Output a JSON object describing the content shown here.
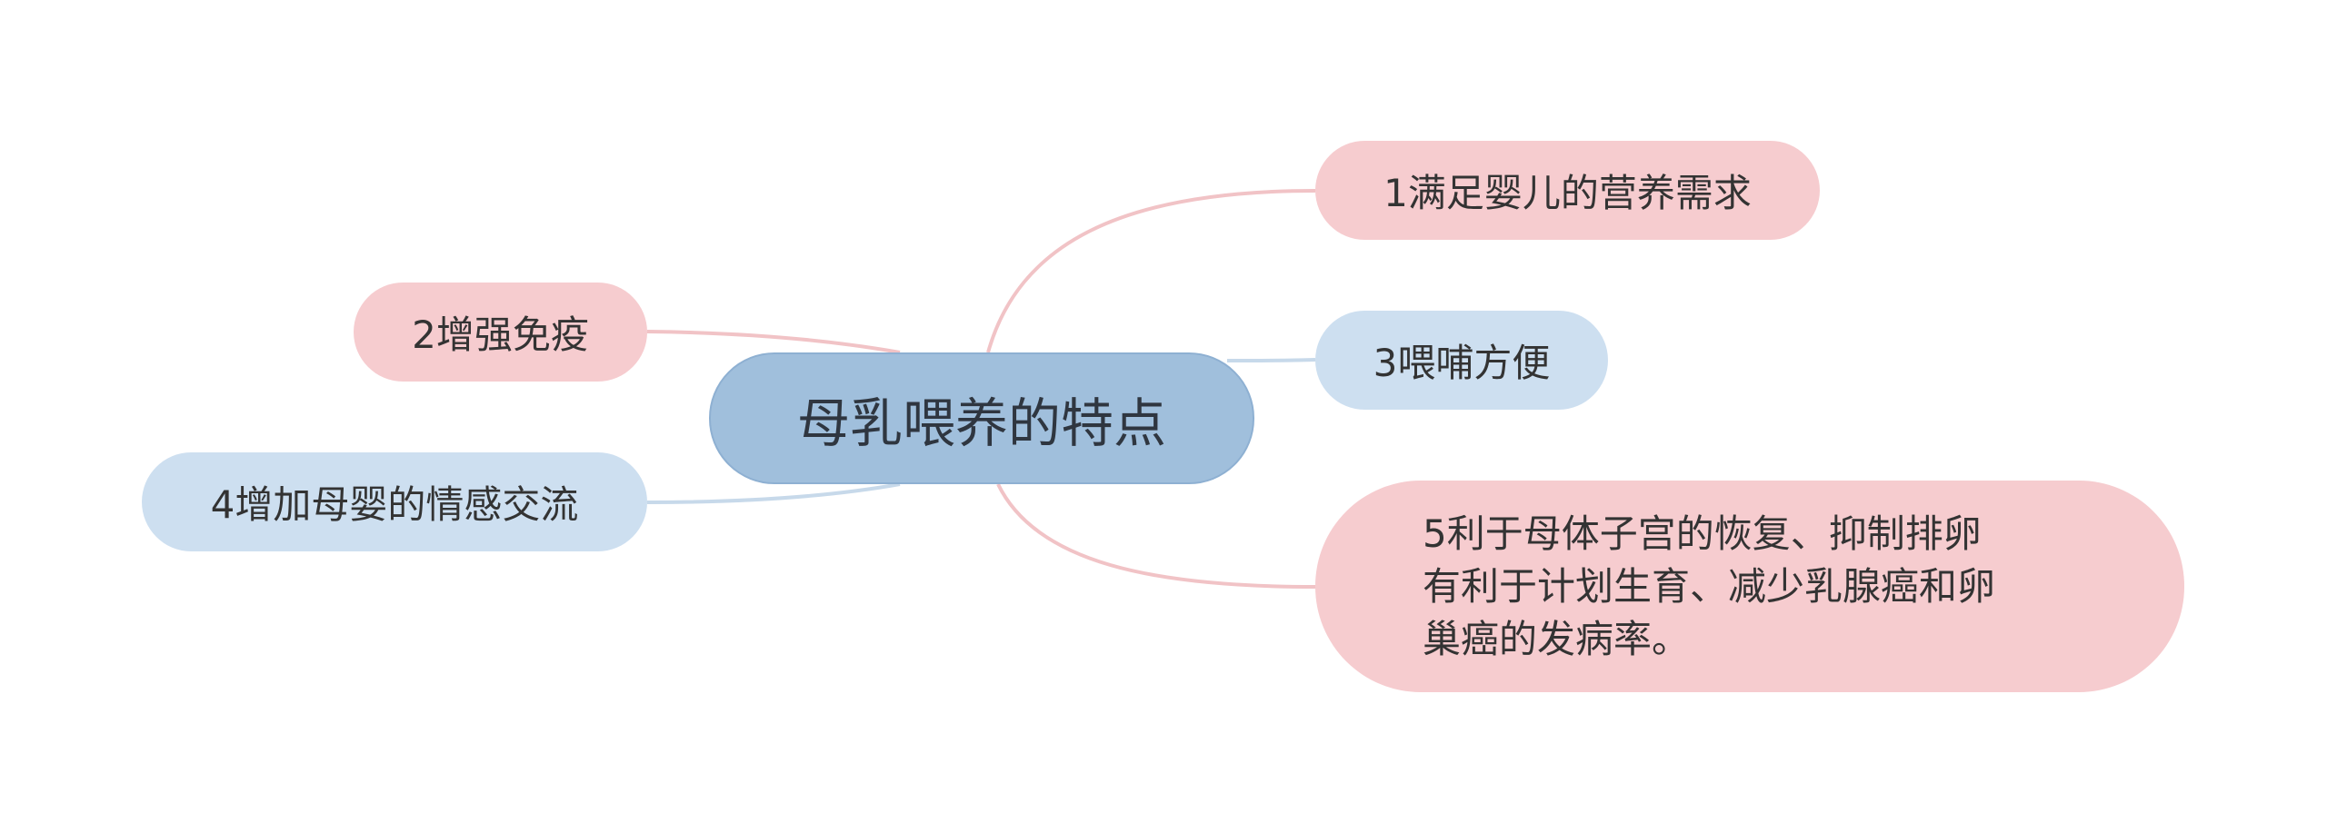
{
  "mindmap": {
    "center": {
      "label": "母乳喂养的特点"
    },
    "branches": [
      {
        "id": "b1",
        "label": "1满足婴儿的营养需求",
        "side": "right",
        "color": "#f6cccf"
      },
      {
        "id": "b2",
        "label": "2增强免疫",
        "side": "left",
        "color": "#f6cccf"
      },
      {
        "id": "b3",
        "label": "3喂哺方便",
        "side": "right",
        "color": "#cddff0"
      },
      {
        "id": "b4",
        "label": "4增加母婴的情感交流",
        "side": "left",
        "color": "#cddff0"
      },
      {
        "id": "b5",
        "side": "right",
        "color": "#f6cccf",
        "lines": [
          "5利于母体子宫的恢复、抑制排卵",
          "有利于计划生育、减少乳腺癌和卵",
          "巢癌的发病率。"
        ]
      }
    ],
    "colors": {
      "center_fill": "#a0bfdc",
      "pink_fill": "#f6cccf",
      "blue_fill": "#cddff0",
      "pink_line": "#f1c3c6",
      "blue_line": "#c7d9ea",
      "text": "#333333"
    }
  }
}
